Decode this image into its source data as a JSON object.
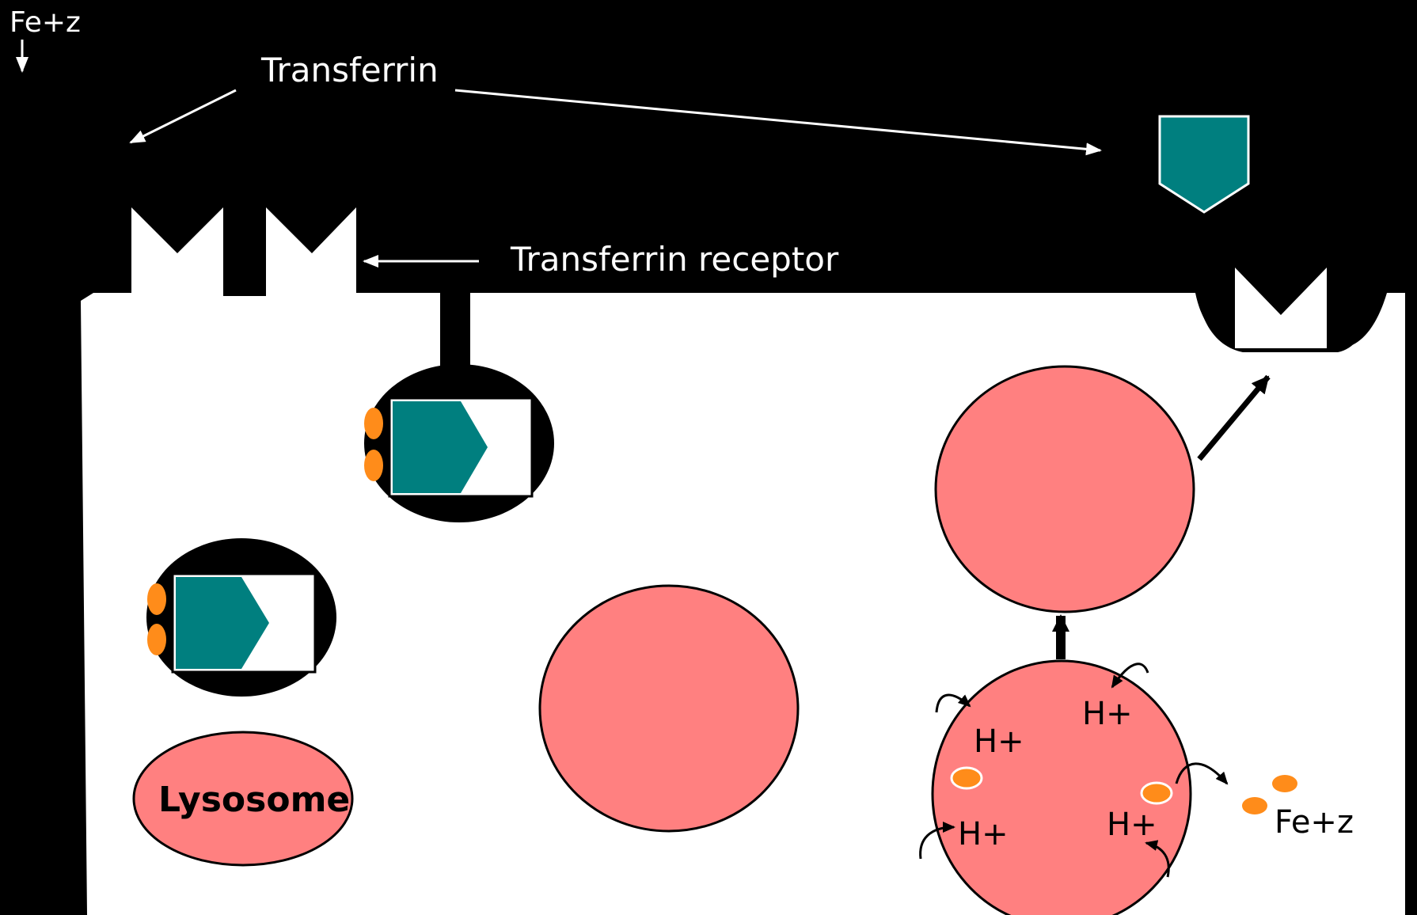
{
  "labels": {
    "fe_top": "Fe+z",
    "transferrin": "Transferrin",
    "transferrin_receptor": "Transferrin receptor",
    "lysosome": "Lysosome",
    "h_plus": "H+",
    "fe_right": "Fe+z"
  },
  "colors": {
    "background": "#000000",
    "cell": "#ffffff",
    "transferrin": "#007f7f",
    "iron": "#ff8c1a",
    "vesicle": "#ff8080"
  }
}
